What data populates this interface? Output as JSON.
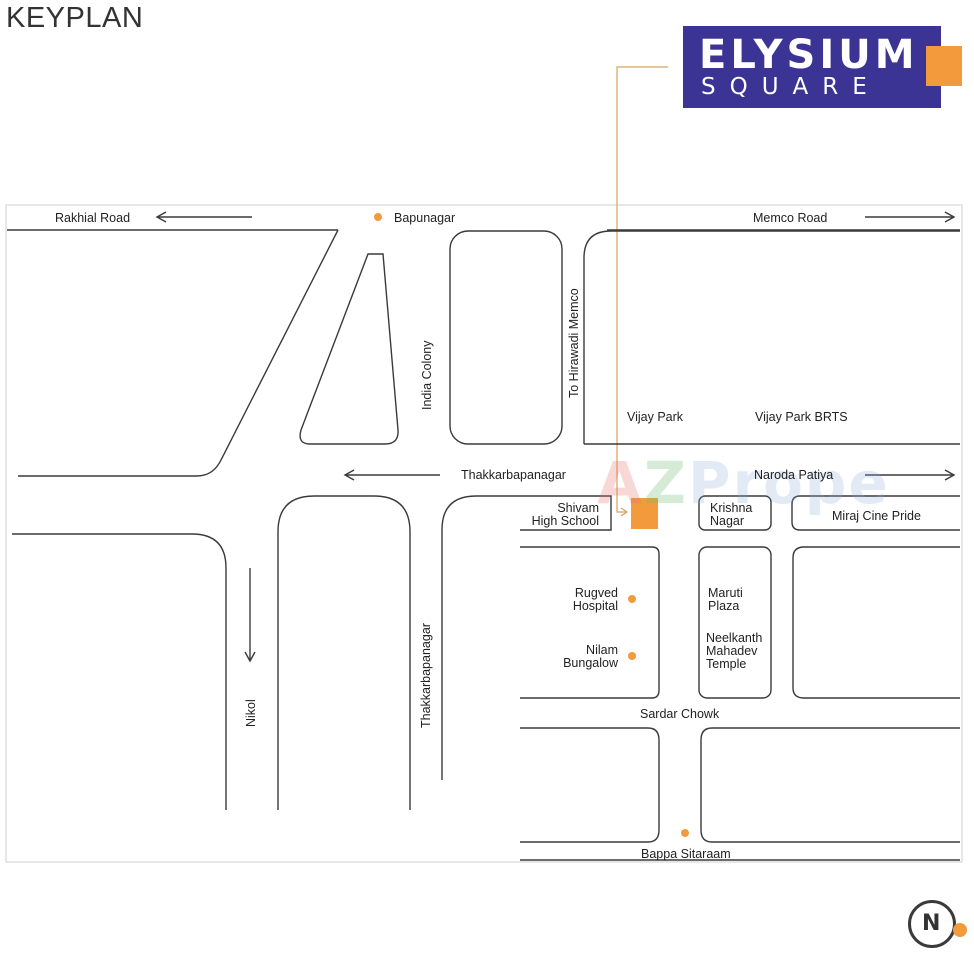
{
  "heading": "KEYPLAN",
  "logo": {
    "line1": "ELYSIUM",
    "line2": "SQUARE",
    "colors": {
      "bg": "#3c3494",
      "accent": "#f39a3c"
    }
  },
  "watermark": {
    "a": "A",
    "z": "Z",
    "rest": "Prope"
  },
  "brand_icon": {
    "letter": "N",
    "name": "n-logo-icon"
  },
  "labels": {
    "rakhial_road": "Rakhial Road",
    "bapunagar": "Bapunagar",
    "memco_road": "Memco Road",
    "india_colony": "India Colony",
    "to_hirawadi_memco": "To Hirawadi Memco",
    "vijay_park": "Vijay Park",
    "vijay_park_brts": "Vijay Park BRTS",
    "thakkarbapanagar": "Thakkarbapanagar",
    "naroda_patiya": "Naroda Patiya",
    "shivam": "Shivam",
    "high_school": "High School",
    "krishna": "Krishna",
    "nagar": "Nagar",
    "miraj_cine_pride": "Miraj Cine Pride",
    "rugved": "Rugved",
    "hospital": "Hospital",
    "maruti": "Maruti",
    "plaza": "Plaza",
    "nilam": "Nilam",
    "bungalow": "Bungalow",
    "neelkanth": "Neelkanth",
    "mahadev": "Mahadev",
    "temple": "Temple",
    "sardar_chowk": "Sardar Chowk",
    "nikol": "Nikol",
    "thakkarbapanagar_vertical": "Thakkarbapanagar",
    "bappa_sitaraam": "Bappa Sitaraam"
  },
  "colors": {
    "road_line": "#3a3a3a",
    "marker": "#f39a3c",
    "leader": "#d9a25e"
  }
}
